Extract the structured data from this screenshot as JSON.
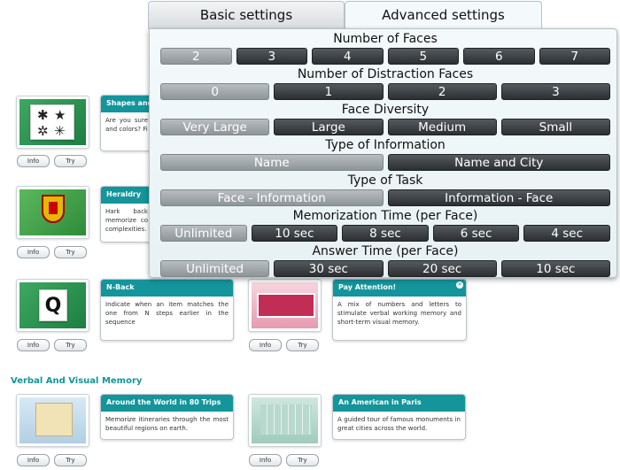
{
  "games": [
    {
      "title": "Shapes and",
      "desc": "Are you sure and colors? Fi",
      "info": "Info",
      "try": "Try"
    },
    {
      "title": "Heraldry",
      "desc": "Hark back memorize co complexities.",
      "info": "Info",
      "try": "Try"
    },
    {
      "title": "N-Back",
      "desc": "Indicate when an item matches the one from N steps earlier in the sequence",
      "info": "Info",
      "try": "Try",
      "letter": "Q"
    },
    {
      "title": "Pay Attention!",
      "desc": "A mix of numbers and letters to stimulate verbal working memory and short-term visual memory.",
      "info": "Info",
      "try": "Try"
    },
    {
      "title": "Around the World in 80 Trips",
      "desc": "Memorize itineraries through the most beautiful regions on earth.",
      "info": "Info",
      "try": "Try"
    },
    {
      "title": "An American in Paris",
      "desc": "A guided tour of famous monuments in great cities across the world.",
      "info": "Info",
      "try": "Try"
    }
  ],
  "section_title": "Verbal And Visual Memory",
  "tabs": {
    "basic": "Basic settings",
    "advanced": "Advanced settings"
  },
  "settings": [
    {
      "title": "Number of Faces",
      "options": [
        "2",
        "3",
        "4",
        "5",
        "6",
        "7"
      ],
      "selected": 0
    },
    {
      "title": "Number of Distraction Faces",
      "options": [
        "0",
        "1",
        "2",
        "3"
      ],
      "selected": 0
    },
    {
      "title": "Face Diversity",
      "options": [
        "Very Large",
        "Large",
        "Medium",
        "Small"
      ],
      "selected": 0
    },
    {
      "title": "Type of Information",
      "options": [
        "Name",
        "Name and City"
      ],
      "selected": 0
    },
    {
      "title": "Type of Task",
      "options": [
        "Face - Information",
        "Information - Face"
      ],
      "selected": 0
    },
    {
      "title": "Memorization Time (per Face)",
      "options": [
        "Unlimited",
        "10 sec",
        "8 sec",
        "6 sec",
        "4 sec"
      ],
      "selected": 0
    },
    {
      "title": "Answer Time (per Face)",
      "options": [
        "Unlimited",
        "30 sec",
        "20 sec",
        "10 sec"
      ],
      "selected": 0
    }
  ],
  "icons": {
    "close": "close-icon"
  },
  "colors": {
    "accent": "#13959b",
    "selected_option": "#9aa1a4",
    "option": "#3a3e41"
  }
}
